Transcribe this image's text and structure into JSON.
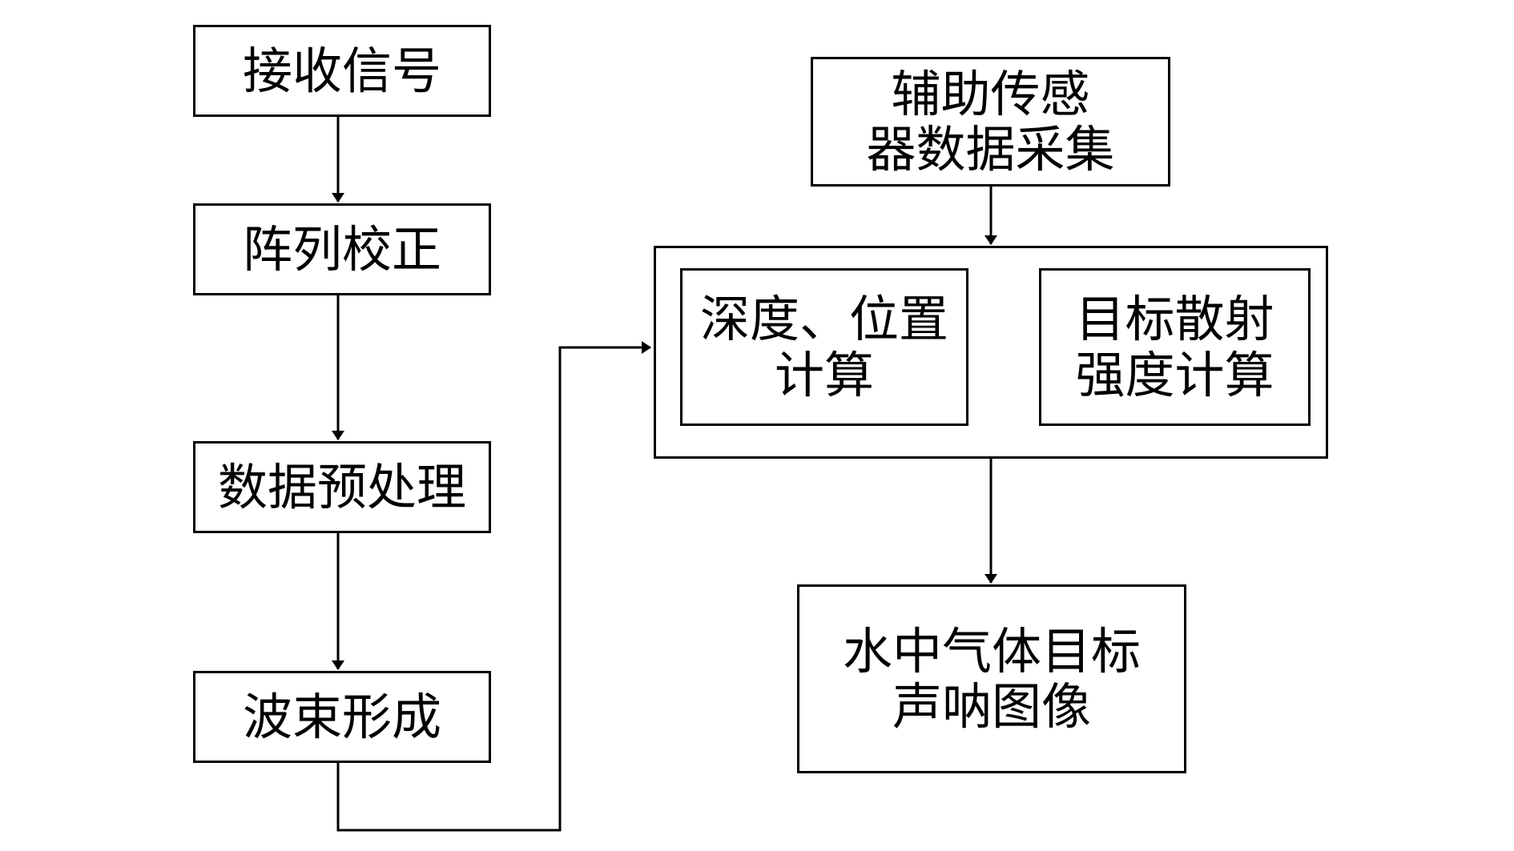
{
  "nodes": {
    "receive": "接收信号",
    "calibrate": "阵列校正",
    "preprocess": "数据预处理",
    "beamform": "波束形成",
    "aux_sensor": "辅助传感\n器数据采集",
    "depth_pos": "深度、位置\n计算",
    "scatter": "目标散射\n强度计算",
    "output": "水中气体目标\n声呐图像"
  }
}
